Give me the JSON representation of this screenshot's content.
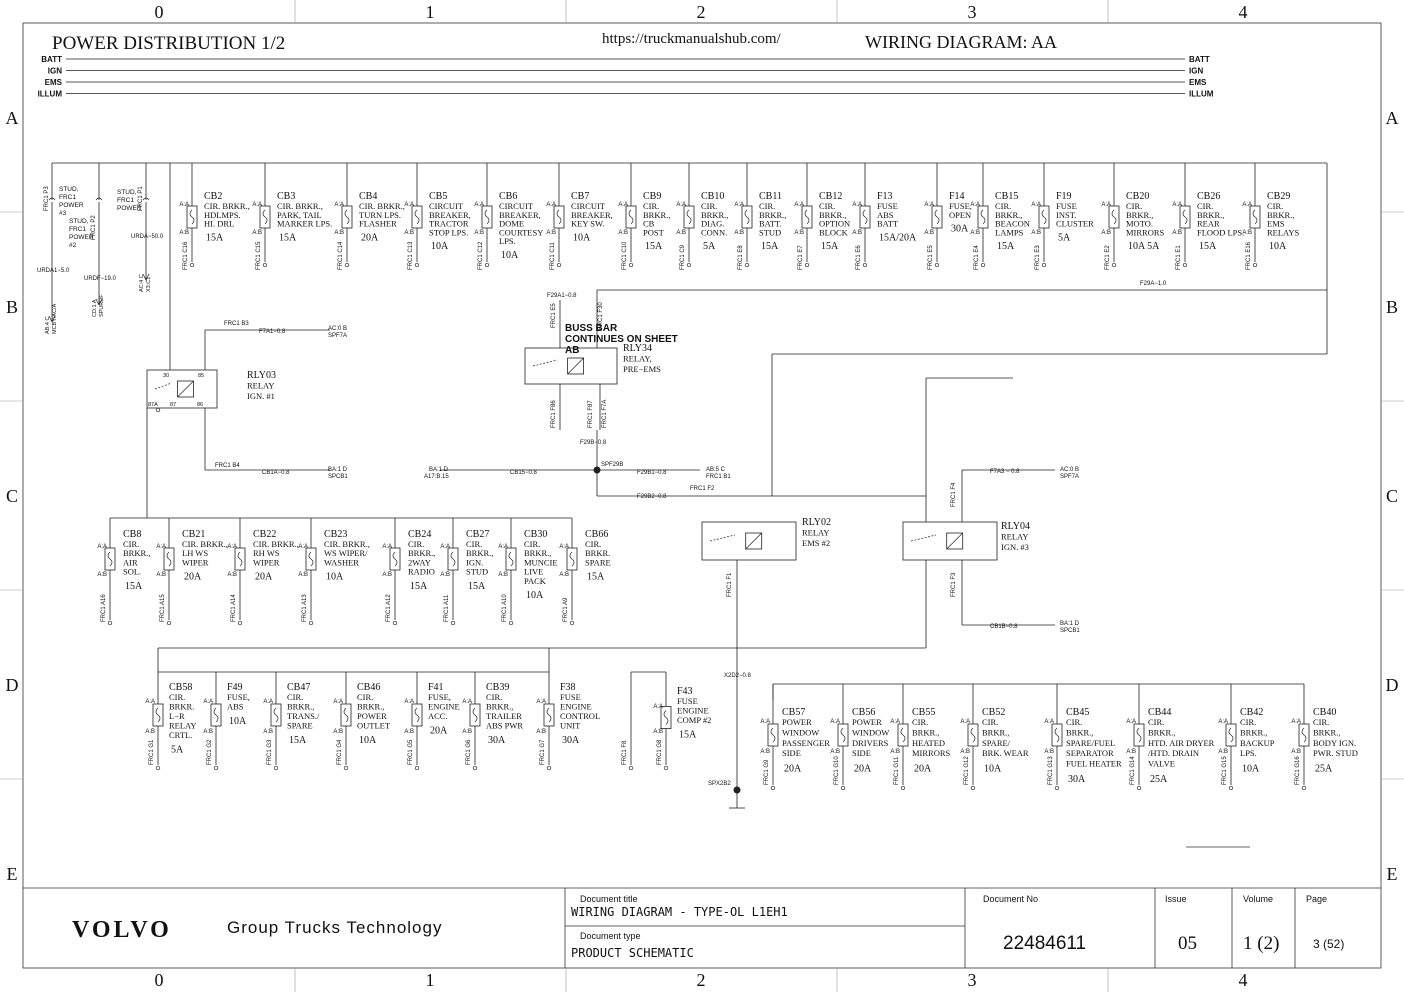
{
  "frame": {
    "cols": [
      "0",
      "1",
      "2",
      "3",
      "4"
    ],
    "rows": [
      "A",
      "B",
      "C",
      "D",
      "E"
    ]
  },
  "header": {
    "title": "POWER DISTRIBUTION 1/2",
    "url": "https://truckmanualshub.com/",
    "wiring": "WIRING DIAGRAM:  AA"
  },
  "buses": [
    "BATT",
    "IGN",
    "EMS",
    "ILLUM"
  ],
  "left_studs": {
    "stud1": [
      "STUD,",
      "FRC1",
      "POWER",
      "#3"
    ],
    "stud2": [
      "STUD,",
      "FRC1",
      "POWER",
      "#2"
    ],
    "stud3": [
      "STUD,",
      "FRC1",
      "POWER"
    ],
    "w1": "URDA1−5.0",
    "w2": "URDF−19.0",
    "w3": "URDA−50.0",
    "c1": [
      "AB:4 C",
      "MCBY/AC/A"
    ],
    "c2": [
      "CD:1 A",
      "SPURDF"
    ],
    "c3": [
      "AC:4 C",
      "X3:C1"
    ],
    "p1": "FRC1 P3",
    "p2": "FRC1 P2",
    "p3": "FRC1 P1"
  },
  "top_breakers": [
    {
      "id": "CB2",
      "lines": [
        "CIR. BRKR.,",
        "HDLMPS.",
        "HI. DRL"
      ],
      "amp": "15A",
      "pin": "FRC1 C16"
    },
    {
      "id": "CB3",
      "lines": [
        "CIR. BRKR.,",
        "PARK, TAIL",
        "MARKER LPS."
      ],
      "amp": "15A",
      "pin": "FRC1 C15"
    },
    {
      "id": "CB4",
      "lines": [
        "CIR. BRKR.,",
        "TURN LPS.",
        "FLASHER"
      ],
      "amp": "20A",
      "pin": "FRC1 C14"
    },
    {
      "id": "CB5",
      "lines": [
        "CIRCUIT",
        "BREAKER,",
        "TRACTOR",
        "STOP LPS."
      ],
      "amp": "10A",
      "pin": "FRC1 C13"
    },
    {
      "id": "CB6",
      "lines": [
        "CIRCUIT",
        "BREAKER,",
        "DOME",
        "COURTESY",
        "LPS."
      ],
      "amp": "10A",
      "pin": "FRC1 C12"
    },
    {
      "id": "CB7",
      "lines": [
        "CIRCUIT",
        "BREAKER,",
        "KEY SW."
      ],
      "amp": "10A",
      "pin": "FRC1 C11"
    },
    {
      "id": "CB9",
      "lines": [
        "CIR.",
        "BRKR.,",
        "CB",
        "POST"
      ],
      "amp": "15A",
      "pin": "FRC1 C10"
    },
    {
      "id": "CB10",
      "lines": [
        "CIR.",
        "BRKR.,",
        "DIAG.",
        "CONN."
      ],
      "amp": "5A",
      "pin": "FRC1 C9"
    },
    {
      "id": "CB11",
      "lines": [
        "CIR.",
        "BRKR.,",
        "BATT.",
        "STUD"
      ],
      "amp": "15A",
      "pin": "FRC1 E8"
    },
    {
      "id": "CB12",
      "lines": [
        "CIR.",
        "BRKR.,",
        "OPTION",
        "BLOCK"
      ],
      "amp": "15A",
      "pin": "FRC1 E7"
    },
    {
      "id": "F13",
      "lines": [
        "FUSE",
        "ABS",
        "BATT"
      ],
      "amp": "15A/20A",
      "pin": "FRC1 E6"
    },
    {
      "id": "F14",
      "lines": [
        "FUSE,",
        "OPEN"
      ],
      "amp": "30A",
      "pin": "FRC1 E5"
    },
    {
      "id": "CB15",
      "lines": [
        "CIR.",
        "BRKR.,",
        "BEACON",
        "LAMPS"
      ],
      "amp": "15A",
      "pin": "FRC1 E4"
    },
    {
      "id": "F19",
      "lines": [
        "FUSE",
        "INST.",
        "CLUSTER"
      ],
      "amp": "5A",
      "pin": "FRC1 E3"
    },
    {
      "id": "CB20",
      "lines": [
        "CIR.",
        "BRKR.,",
        "MOTO.",
        "MIRRORS"
      ],
      "amp": "10A 5A",
      "pin": "FRC1 E2"
    },
    {
      "id": "CB26",
      "lines": [
        "CIR.",
        "BRKR.,",
        "REAR",
        "FLOOD LPS."
      ],
      "amp": "15A",
      "pin": "FRC1 E1"
    },
    {
      "id": "CB29",
      "lines": [
        "CIR.",
        "BRKR.,",
        "EMS",
        "RELAYS"
      ],
      "amp": "10A",
      "pin": "FRC1 E16"
    }
  ],
  "mid_breakers": [
    {
      "id": "CB8",
      "lines": [
        "CIR.",
        "BRKR.,",
        "AIR",
        "SOL."
      ],
      "amp": "15A",
      "pin": "FRC1 A16"
    },
    {
      "id": "CB21",
      "lines": [
        "CIR. BRKR.,",
        "LH WS",
        "WIPER"
      ],
      "amp": "20A",
      "pin": "FRC1 A15"
    },
    {
      "id": "CB22",
      "lines": [
        "CIR. BRKR.,",
        "RH WS",
        "WIPER"
      ],
      "amp": "20A",
      "pin": "FRC1 A14"
    },
    {
      "id": "CB23",
      "lines": [
        "CIR. BRKR.,",
        "WS WIPER/",
        "WASHER"
      ],
      "amp": "10A",
      "pin": "FRC1 A13"
    },
    {
      "id": "CB24",
      "lines": [
        "CIR.",
        "BRKR.,",
        "2WAY",
        "RADIO"
      ],
      "amp": "15A",
      "pin": "FRC1 A12"
    },
    {
      "id": "CB27",
      "lines": [
        "CIR.",
        "BRKR.,",
        "IGN.",
        "STUD"
      ],
      "amp": "15A",
      "pin": "FRC1 A11"
    },
    {
      "id": "CB30",
      "lines": [
        "CIR.",
        "BRKR.,",
        "MUNCIE",
        "LIVE",
        "PACK"
      ],
      "amp": "10A",
      "pin": "FRC1 A10"
    },
    {
      "id": "CB66",
      "lines": [
        "CIR.",
        "BRKR.",
        "SPARE"
      ],
      "amp": "15A",
      "pin": "FRC1 A9"
    }
  ],
  "low_left": [
    {
      "id": "CB58",
      "lines": [
        "CIR.",
        "BRKR.",
        "L−R",
        "RELAY",
        "CRTL."
      ],
      "amp": "5A",
      "pin": "FRC1 G1"
    },
    {
      "id": "F49",
      "lines": [
        "FUSE,",
        "ABS"
      ],
      "amp": "10A",
      "pin": "FRC1 G2"
    },
    {
      "id": "CB47",
      "lines": [
        "CIR.",
        "BRKR.,",
        "TRANS./",
        "SPARE"
      ],
      "amp": "15A",
      "pin": "FRC1 G3"
    },
    {
      "id": "CB46",
      "lines": [
        "CIR.",
        "BRKR.,",
        "POWER",
        "OUTLET"
      ],
      "amp": "10A",
      "pin": "FRC1 G4"
    },
    {
      "id": "F41",
      "lines": [
        "FUSE,",
        "ENGINE",
        "ACC."
      ],
      "amp": "20A",
      "pin": "FRC1 G5"
    },
    {
      "id": "CB39",
      "lines": [
        "CIR.",
        "BRKR.,",
        "TRAILER",
        "ABS PWR"
      ],
      "amp": "30A",
      "pin": "FRC1 G6"
    },
    {
      "id": "F38",
      "lines": [
        "FUSE",
        "ENGINE",
        "CONTROL",
        "UNIT"
      ],
      "amp": "30A",
      "pin": "FRC1 G7"
    }
  ],
  "f43": {
    "id": "F43",
    "lines": [
      "FUSE",
      "ENGINE",
      "COMP #2"
    ],
    "amp": "15A",
    "pin": "FRC1 G8",
    "pin2": "FRC1 F8"
  },
  "low_right": [
    {
      "id": "CB57",
      "lines": [
        "POWER",
        "WINDOW",
        "PASSENGER",
        "SIDE"
      ],
      "amp": "20A",
      "pin": "FRC1 G9"
    },
    {
      "id": "CB56",
      "lines": [
        "POWER",
        "WINDOW",
        "DRIVERS",
        "SIDE"
      ],
      "amp": "20A",
      "pin": "FRC1 G10"
    },
    {
      "id": "CB55",
      "lines": [
        "CIR.",
        "BRKR.,",
        "HEATED",
        "MIRRORS"
      ],
      "amp": "20A",
      "pin": "FRC1 G11"
    },
    {
      "id": "CB52",
      "lines": [
        "CIR.",
        "BRKR.,",
        "SPARE/",
        "BRK. WEAR"
      ],
      "amp": "10A",
      "pin": "FRC1 G12"
    },
    {
      "id": "CB45",
      "lines": [
        "CIR.",
        "BRKR.,",
        "SPARE/FUEL",
        "SEPARATOR",
        "FUEL HEATER"
      ],
      "amp": "30A",
      "pin": "FRC1 G13"
    },
    {
      "id": "CB44",
      "lines": [
        "CIR.",
        "BRKR.,",
        "HTD. AIR DRYER",
        "/HTD. DRAIN",
        "VALVE"
      ],
      "amp": "25A",
      "pin": "FRC1 G14"
    },
    {
      "id": "CB42",
      "lines": [
        "CIR.",
        "BRKR.,",
        "BACKUP",
        "LPS."
      ],
      "amp": "10A",
      "pin": "FRC1 G15"
    },
    {
      "id": "CB40",
      "lines": [
        "CIR.",
        "BRKR.,",
        "BODY IGN.",
        "PWR. STUD"
      ],
      "amp": "25A",
      "pin": "FRC1 G16"
    }
  ],
  "relays": {
    "rly03": [
      "RLY03",
      "RELAY",
      "IGN. #1"
    ],
    "rly34": [
      "RLY34",
      "RELAY,",
      "PRE−EMS"
    ],
    "rly02": [
      "RLY02",
      "RELAY",
      "EMS #2"
    ],
    "rly04": [
      "RLY04",
      "RELAY",
      "IGN. #3"
    ]
  },
  "buss_note": [
    "BUSS BAR",
    "CONTINUES ON SHEET",
    "AB"
  ],
  "wire_labels": {
    "f29a1": "F29A1−0.8",
    "f29a": "F29A−1.0",
    "f7a1": "F7A1−0.8",
    "f7a1_dst": [
      "AC:0 B",
      "SPF7A"
    ],
    "frc1b3": "FRC1 B3",
    "frc1b4": "FRC1 B4",
    "cb1a": "CB1A−0.8",
    "cb1a_dst": [
      "BA:1 D",
      "SPCB1"
    ],
    "cb15": "CB15−0.8",
    "cb15_dst": [
      "BA:1 D",
      "A17:B.15"
    ],
    "f29b": "F29B−0.8",
    "spf29b": "SPF29B",
    "f29b1": "F29B1−0.8",
    "f29b1_dst": [
      "AB:5 C",
      "FRC1 B1"
    ],
    "frc1f2": "FRC1 F2",
    "f29b2": "F29B2−0.8",
    "f7a3": "F7A3 − 0.8",
    "f7a3_dst": [
      "AC:0 B",
      "SPF7A"
    ],
    "cb1b": "CB1B−0.8",
    "cb1b_dst": [
      "BA:1 D",
      "SPCB1"
    ],
    "x2d2": "X2D2−0.8",
    "spx2b2": "SPX2B2",
    "frc1f1": "FRC1 F1",
    "frc1f4": "FRC1 F4",
    "frc1f3": "FRC1 F3",
    "frc1e5": "FRC1 E5",
    "frc1f86": "FRC1 F86",
    "frc1f87": "FRC1 F87",
    "frc1f7a": "FRC1 F7A",
    "frc1f30": "FRC1 F30"
  },
  "title_block": {
    "company": "Group Trucks Technology",
    "logo": "VOLVO",
    "doc_title_label": "Document title",
    "doc_title": "WIRING DIAGRAM - TYPE-OL L1EH1",
    "doc_type_label": "Document type",
    "doc_type": "PRODUCT SCHEMATIC",
    "doc_no_label": "Document No",
    "doc_no": "22484611",
    "issue_label": "Issue",
    "issue": "05",
    "volume_label": "Volume",
    "volume": "1 (2)",
    "page_label": "Page",
    "page": "3 (52)"
  }
}
